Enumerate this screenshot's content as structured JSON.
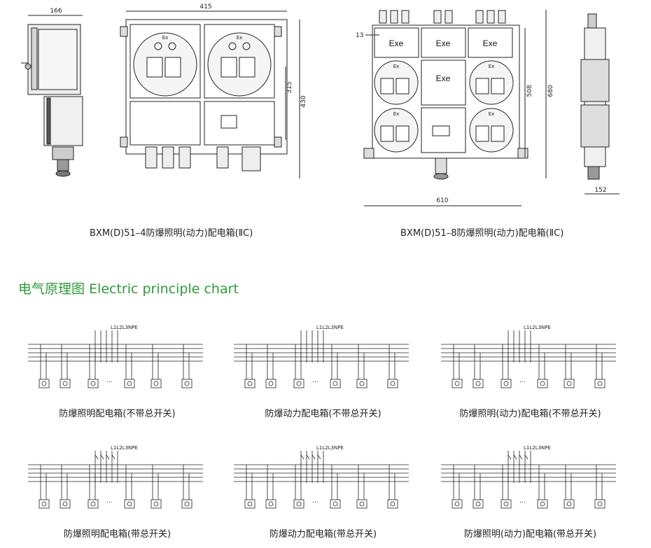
{
  "drawing_left": {
    "dims": {
      "depth": "166",
      "width": "415",
      "inner_height": "315",
      "height": "430"
    },
    "ex_labels": [
      "Ex",
      "Ex"
    ],
    "caption": "BXM(D)51–4防爆照明(动力)配电箱(ⅡC)"
  },
  "drawing_right": {
    "dims": {
      "offset": "13",
      "inner_height": "508",
      "height": "680",
      "width": "610",
      "depth": "152"
    },
    "exe_labels": [
      "Exe",
      "Exe",
      "Exe",
      "Exe"
    ],
    "ex_labels": [
      "Ex",
      "Ex",
      "Ex",
      "Ex"
    ],
    "caption": "BXM(D)51–8防爆照明(动力)配电箱(ⅡC)"
  },
  "section": {
    "title": "电气原理图 Electric principle chart"
  },
  "schematics": [
    {
      "bus": "L1L2L3NPE",
      "caption": "防爆照明配电箱(不带总开关)"
    },
    {
      "bus": "L1L2L3NPE",
      "caption": "防爆动力配电箱(不带总开关)"
    },
    {
      "bus": "L1L2L3NPE",
      "caption": "防爆照明(动力)配电箱(不带总开关)"
    },
    {
      "bus": "L1L2L3NPE",
      "caption": "防爆照明配电箱(带总开关)"
    },
    {
      "bus": "L1L2L3NPE",
      "caption": "防爆动力配电箱(带总开关)"
    },
    {
      "bus": "L1L2L3NPE",
      "caption": "防爆照明(动力)配电箱(带总开关)"
    }
  ],
  "ellipsis": "...",
  "colors": {
    "accent": "#2e9a3a",
    "line": "#222222"
  }
}
